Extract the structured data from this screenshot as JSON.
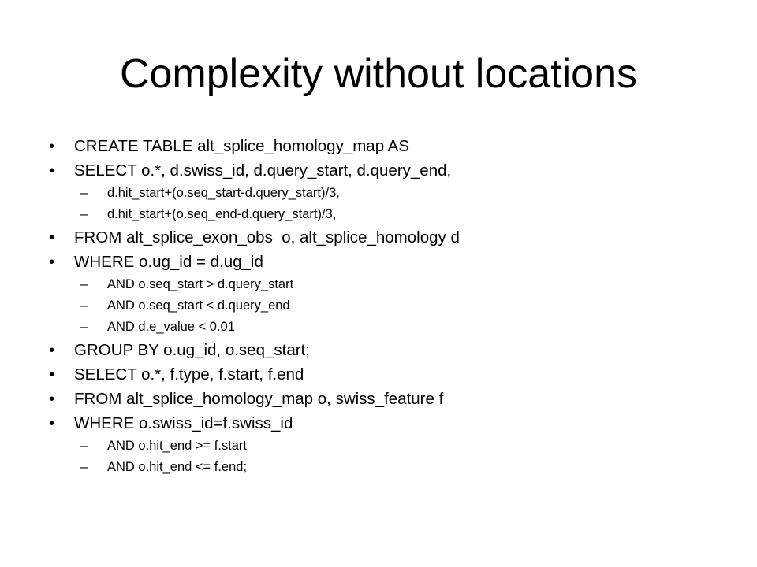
{
  "slide": {
    "title": "Complexity without locations",
    "bullet_char": "•",
    "dash_char": "–",
    "items": [
      {
        "level": 1,
        "text": "CREATE TABLE alt_splice_homology_map AS"
      },
      {
        "level": 1,
        "text": "SELECT o.*, d.swiss_id, d.query_start, d.query_end,"
      },
      {
        "level": 2,
        "text": "d.hit_start+(o.seq_start-d.query_start)/3,"
      },
      {
        "level": 2,
        "text": "d.hit_start+(o.seq_end-d.query_start)/3,"
      },
      {
        "level": 1,
        "text": "FROM alt_splice_exon_obs  o, alt_splice_homology d"
      },
      {
        "level": 1,
        "text": "WHERE o.ug_id = d.ug_id"
      },
      {
        "level": 2,
        "text": "AND o.seq_start > d.query_start"
      },
      {
        "level": 2,
        "text": "AND o.seq_start < d.query_end"
      },
      {
        "level": 2,
        "text": "AND d.e_value < 0.01"
      },
      {
        "level": 1,
        "text": "GROUP BY o.ug_id, o.seq_start;"
      },
      {
        "level": 1,
        "text": "SELECT o.*, f.type, f.start, f.end"
      },
      {
        "level": 1,
        "text": "FROM alt_splice_homology_map o, swiss_feature f"
      },
      {
        "level": 1,
        "text": "WHERE o.swiss_id=f.swiss_id"
      },
      {
        "level": 2,
        "text": "AND o.hit_end >= f.start"
      },
      {
        "level": 2,
        "text": "AND o.hit_end <= f.end;"
      }
    ]
  }
}
